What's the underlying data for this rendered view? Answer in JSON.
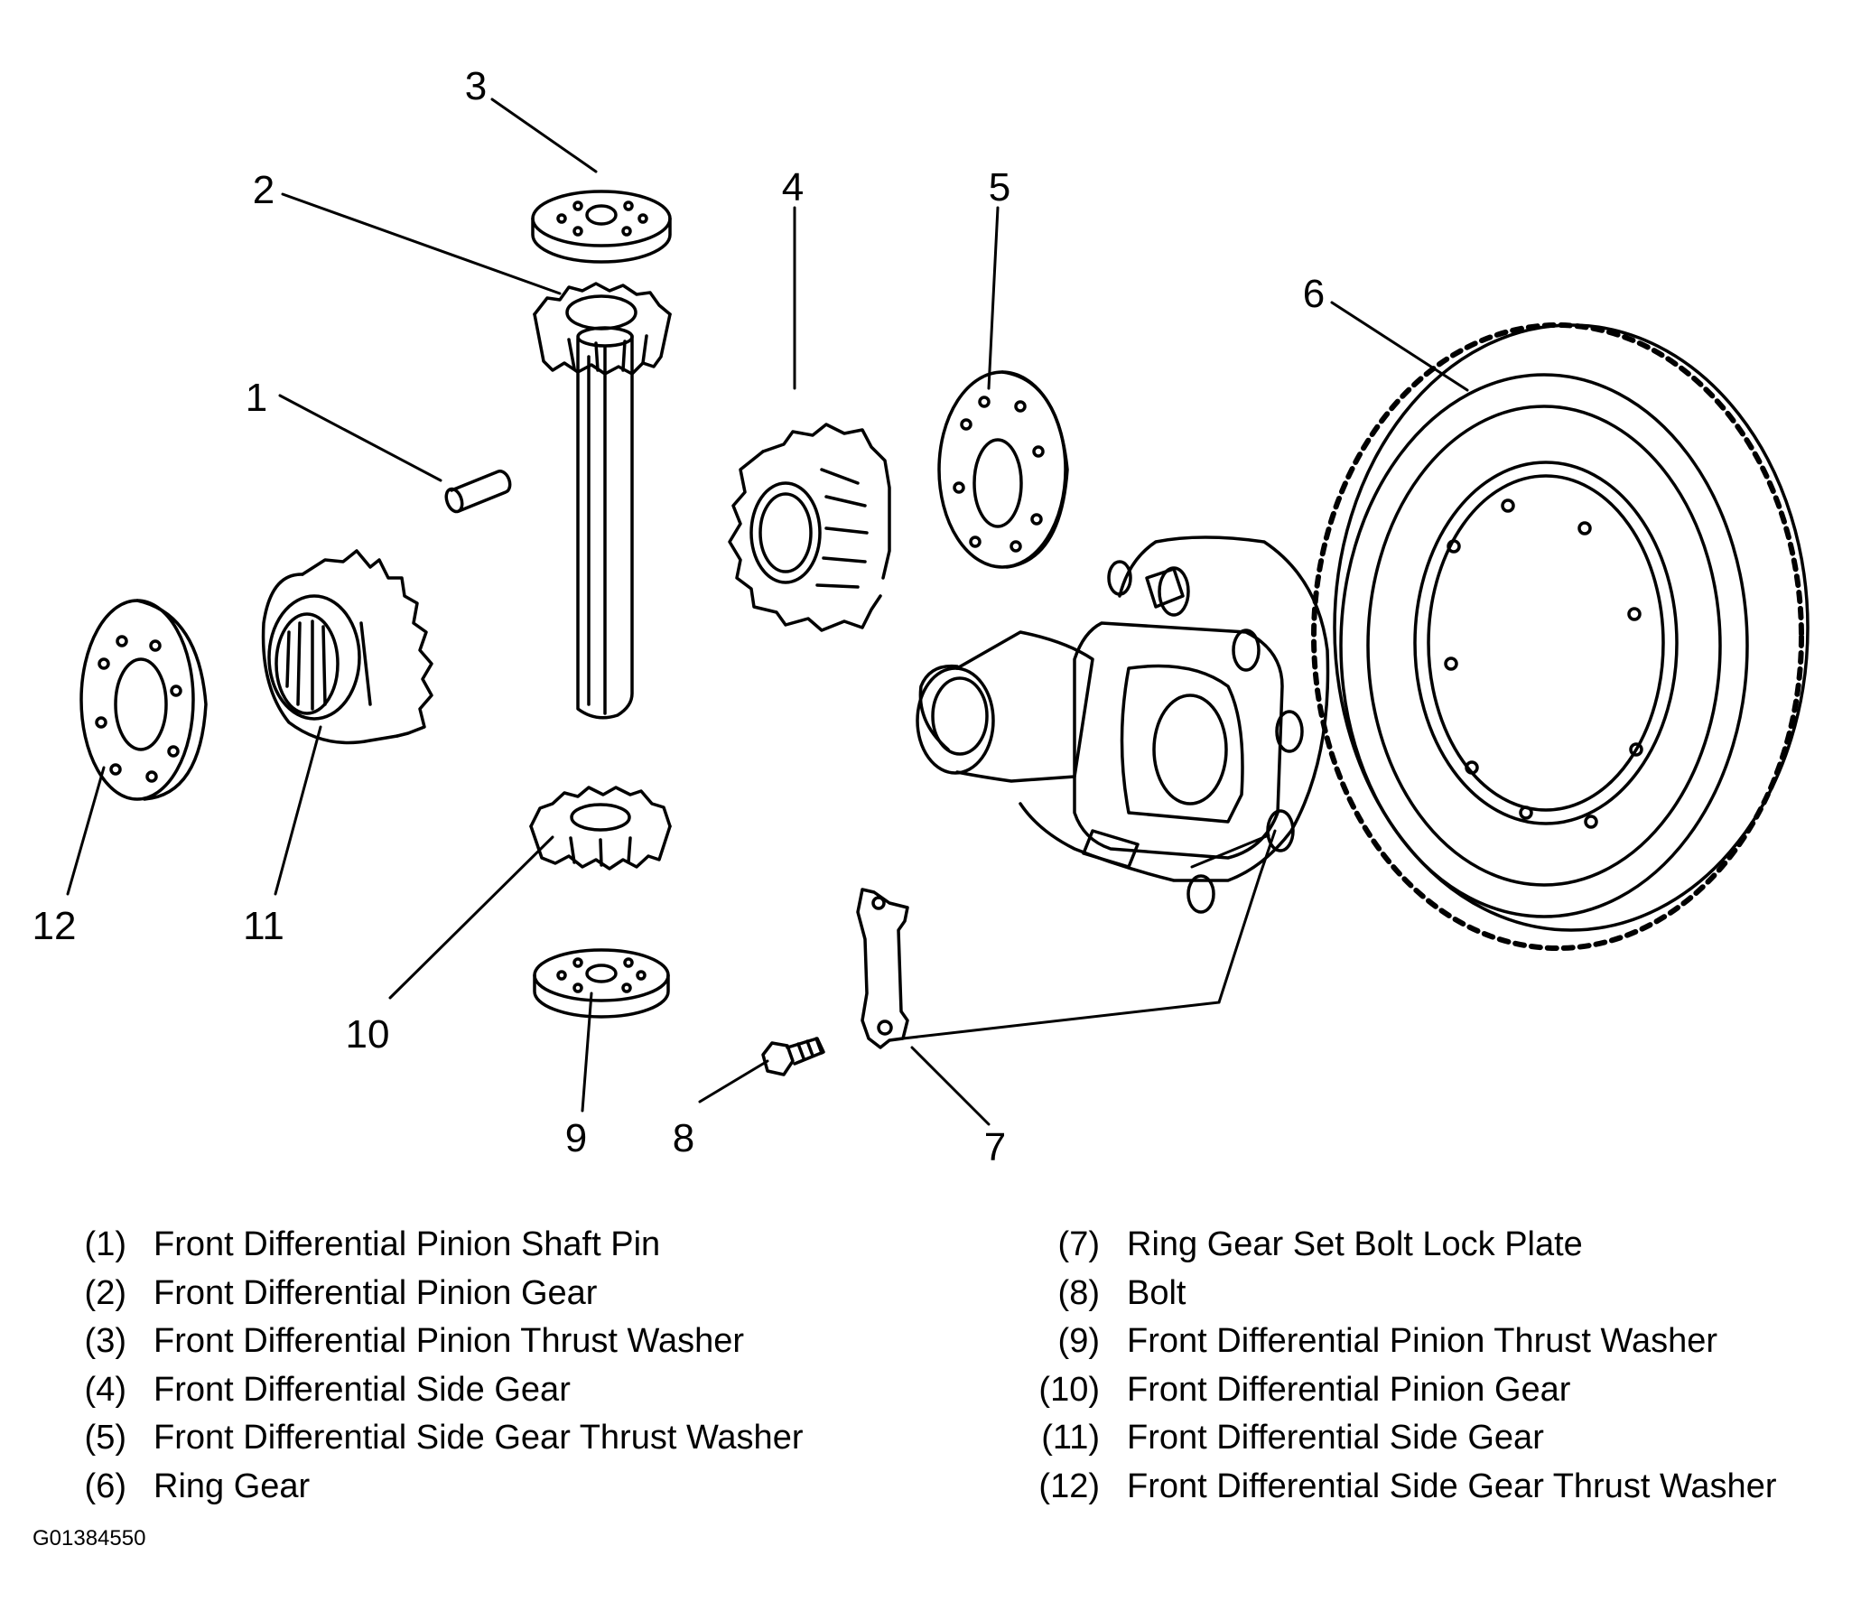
{
  "callouts": [
    "1",
    "2",
    "3",
    "4",
    "5",
    "6",
    "7",
    "8",
    "9",
    "10",
    "11",
    "12"
  ],
  "legend": {
    "left": [
      {
        "num": "(1)",
        "text": "Front Differential Pinion Shaft Pin"
      },
      {
        "num": "(2)",
        "text": "Front Differential Pinion Gear"
      },
      {
        "num": "(3)",
        "text": "Front Differential Pinion Thrust Washer"
      },
      {
        "num": "(4)",
        "text": "Front Differential Side Gear"
      },
      {
        "num": "(5)",
        "text": "Front Differential Side Gear Thrust Washer"
      },
      {
        "num": "(6)",
        "text": "Ring Gear"
      }
    ],
    "right": [
      {
        "num": "(7)",
        "text": "Ring Gear Set Bolt Lock Plate"
      },
      {
        "num": "(8)",
        "text": "Bolt"
      },
      {
        "num": "(9)",
        "text": "Front Differential Pinion Thrust Washer"
      },
      {
        "num": "(10)",
        "text": "Front Differential Pinion Gear"
      },
      {
        "num": "(11)",
        "text": "Front Differential Side Gear"
      },
      {
        "num": "(12)",
        "text": "Front Differential Side Gear Thrust Washer"
      }
    ]
  },
  "figure_id": "G01384550"
}
